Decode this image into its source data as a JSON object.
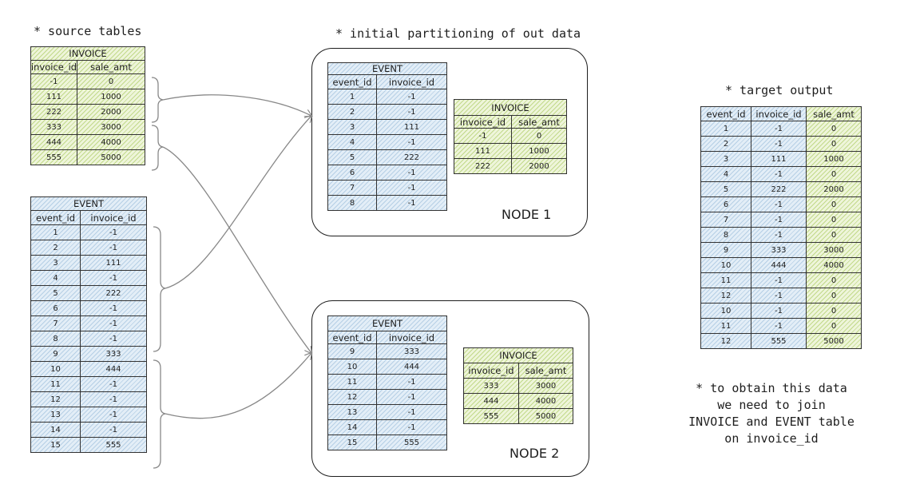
{
  "labels": {
    "source_tables": "* source tables",
    "initial_partitioning": "* initial partitioning of out data",
    "target_output": "* target output",
    "node1": "NODE 1",
    "node2": "NODE 2",
    "note_lines": [
      "* to obtain this data",
      "we need to join",
      "INVOICE and EVENT table",
      "on invoice_id"
    ]
  },
  "colors": {
    "event_fill": "#e3eef7",
    "invoice_fill": "#eef5da",
    "stroke": "#1e1e1e",
    "arrow": "#888888"
  },
  "tables": {
    "src_invoice": {
      "title": "INVOICE",
      "headers": [
        "invoice_id",
        "sale_amt"
      ],
      "rows": [
        [
          "-1",
          "0"
        ],
        [
          "111",
          "1000"
        ],
        [
          "222",
          "2000"
        ],
        [
          "333",
          "3000"
        ],
        [
          "444",
          "4000"
        ],
        [
          "555",
          "5000"
        ]
      ]
    },
    "src_event": {
      "title": "EVENT",
      "headers": [
        "event_id",
        "invoice_id"
      ],
      "rows": [
        [
          "1",
          "-1"
        ],
        [
          "2",
          "-1"
        ],
        [
          "3",
          "111"
        ],
        [
          "4",
          "-1"
        ],
        [
          "5",
          "222"
        ],
        [
          "6",
          "-1"
        ],
        [
          "7",
          "-1"
        ],
        [
          "8",
          "-1"
        ],
        [
          "9",
          "333"
        ],
        [
          "10",
          "444"
        ],
        [
          "11",
          "-1"
        ],
        [
          "12",
          "-1"
        ],
        [
          "13",
          "-1"
        ],
        [
          "14",
          "-1"
        ],
        [
          "15",
          "555"
        ]
      ]
    },
    "n1_event": {
      "title": "EVENT",
      "headers": [
        "event_id",
        "invoice_id"
      ],
      "rows": [
        [
          "1",
          "-1"
        ],
        [
          "2",
          "-1"
        ],
        [
          "3",
          "111"
        ],
        [
          "4",
          "-1"
        ],
        [
          "5",
          "222"
        ],
        [
          "6",
          "-1"
        ],
        [
          "7",
          "-1"
        ],
        [
          "8",
          "-1"
        ]
      ]
    },
    "n1_invoice": {
      "title": "INVOICE",
      "headers": [
        "invoice_id",
        "sale_amt"
      ],
      "rows": [
        [
          "-1",
          "0"
        ],
        [
          "111",
          "1000"
        ],
        [
          "222",
          "2000"
        ]
      ]
    },
    "n2_event": {
      "title": "EVENT",
      "headers": [
        "event_id",
        "invoice_id"
      ],
      "rows": [
        [
          "9",
          "333"
        ],
        [
          "10",
          "444"
        ],
        [
          "11",
          "-1"
        ],
        [
          "12",
          "-1"
        ],
        [
          "13",
          "-1"
        ],
        [
          "14",
          "-1"
        ],
        [
          "15",
          "555"
        ]
      ]
    },
    "n2_invoice": {
      "title": "INVOICE",
      "headers": [
        "invoice_id",
        "sale_amt"
      ],
      "rows": [
        [
          "333",
          "3000"
        ],
        [
          "444",
          "4000"
        ],
        [
          "555",
          "5000"
        ]
      ]
    },
    "target": {
      "headers": [
        "event_id",
        "invoice_id",
        "sale_amt"
      ],
      "rows": [
        [
          "1",
          "-1",
          "0"
        ],
        [
          "2",
          "-1",
          "0"
        ],
        [
          "3",
          "111",
          "1000"
        ],
        [
          "4",
          "-1",
          "0"
        ],
        [
          "5",
          "222",
          "2000"
        ],
        [
          "6",
          "-1",
          "0"
        ],
        [
          "7",
          "-1",
          "0"
        ],
        [
          "8",
          "-1",
          "0"
        ],
        [
          "9",
          "333",
          "3000"
        ],
        [
          "10",
          "444",
          "4000"
        ],
        [
          "11",
          "-1",
          "0"
        ],
        [
          "12",
          "-1",
          "0"
        ],
        [
          "10",
          "-1",
          "0"
        ],
        [
          "11",
          "-1",
          "0"
        ],
        [
          "12",
          "555",
          "5000"
        ]
      ]
    }
  }
}
